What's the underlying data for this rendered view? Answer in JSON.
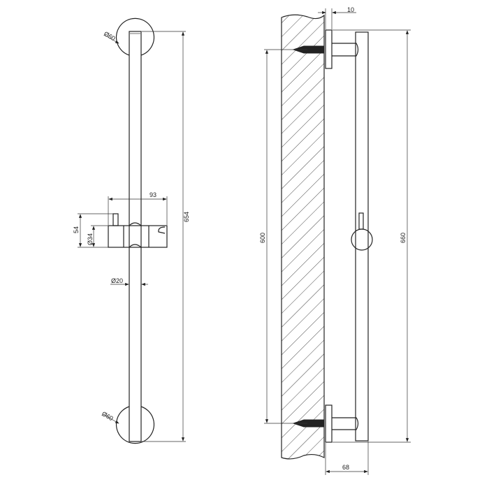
{
  "front_view": {
    "rosette_top_diameter": "Ø60",
    "rosette_bottom_diameter": "Ø60",
    "overall_height": "654",
    "holder_depth": "93",
    "holder_height": "54",
    "holder_diameter": "Ø34",
    "bar_diameter": "Ø20"
  },
  "side_view": {
    "plate_thickness": "10",
    "anchor_spacing": "600",
    "overall_height": "660",
    "projection": "68"
  }
}
